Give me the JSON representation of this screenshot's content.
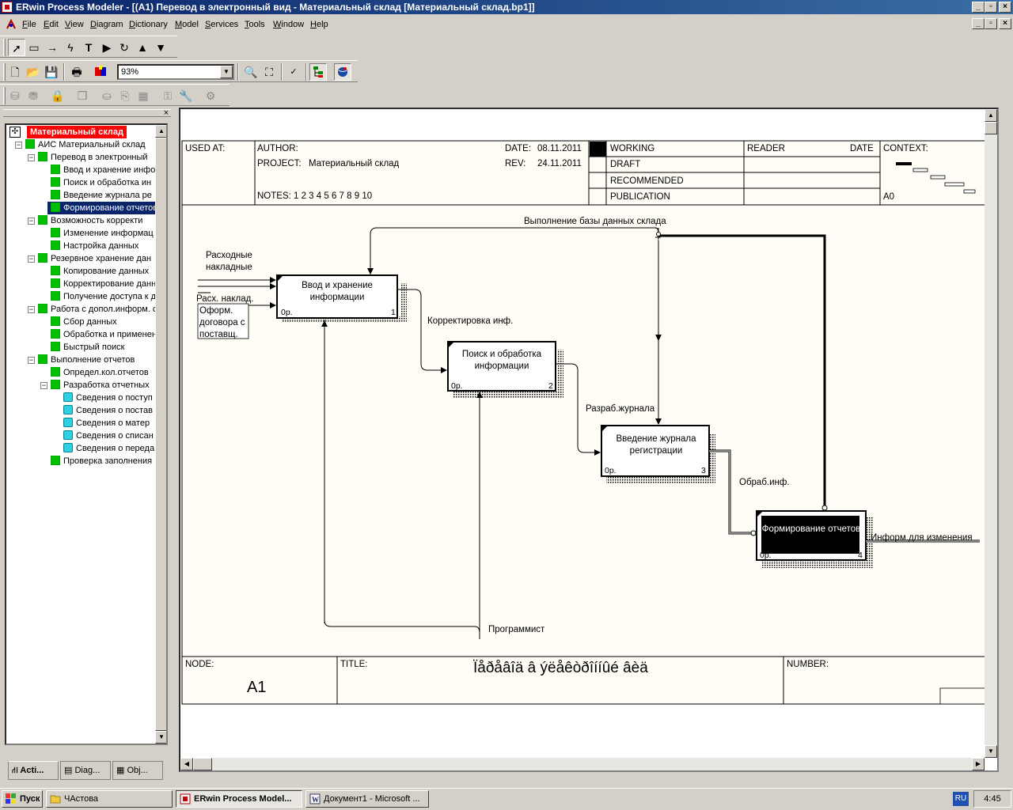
{
  "window": {
    "title": "ERwin Process Modeler - [(A1) Перевод в  электронный вид - Материальный склад  [Материальный склад.bp1]]"
  },
  "menu": [
    "File",
    "Edit",
    "View",
    "Diagram",
    "Dictionary",
    "Model",
    "Services",
    "Tools",
    "Window",
    "Help"
  ],
  "toolbar": {
    "zoom": "93%"
  },
  "tree": {
    "root": "Материальный склад",
    "items": [
      {
        "label": "АИС Материальный склад",
        "level": 1,
        "type": "box"
      },
      {
        "label": "Перевод в  электронный",
        "level": 2,
        "type": "box"
      },
      {
        "label": "Ввод и хранение  инфо",
        "level": 3,
        "type": "box"
      },
      {
        "label": "Поиск и обработка  ин",
        "level": 3,
        "type": "box"
      },
      {
        "label": "Введение журнала  ре",
        "level": 3,
        "type": "box"
      },
      {
        "label": "Формирование отчетов",
        "level": 3,
        "type": "box",
        "selected": true
      },
      {
        "label": "Возможность  корректи",
        "level": 2,
        "type": "box"
      },
      {
        "label": "Изменение информац",
        "level": 3,
        "type": "box"
      },
      {
        "label": "Настройка данных",
        "level": 3,
        "type": "box"
      },
      {
        "label": "Резервное хранение  дан",
        "level": 2,
        "type": "box"
      },
      {
        "label": "Копирование  данных",
        "level": 3,
        "type": "box"
      },
      {
        "label": "Корректирование данн",
        "level": 3,
        "type": "box"
      },
      {
        "label": "Получение доступа к д",
        "level": 3,
        "type": "box"
      },
      {
        "label": "Работа с допол.информ. с",
        "level": 2,
        "type": "box"
      },
      {
        "label": "Сбор данных",
        "level": 3,
        "type": "box"
      },
      {
        "label": "Обработка и применен",
        "level": 3,
        "type": "box"
      },
      {
        "label": "Быстрый поиск",
        "level": 3,
        "type": "box"
      },
      {
        "label": "Выполнение  отчетов",
        "level": 2,
        "type": "box"
      },
      {
        "label": "Определ.кол.отчетов",
        "level": 3,
        "type": "box"
      },
      {
        "label": "Разработка отчетных",
        "level": 3,
        "type": "box"
      },
      {
        "label": "Сведения о  поступ",
        "level": 4,
        "type": "cyan"
      },
      {
        "label": "Сведения  о постав",
        "level": 4,
        "type": "cyan"
      },
      {
        "label": "Сведения  о  матер",
        "level": 4,
        "type": "cyan"
      },
      {
        "label": "Сведения о  списан",
        "level": 4,
        "type": "cyan"
      },
      {
        "label": "Сведения о  переда",
        "level": 4,
        "type": "cyan"
      },
      {
        "label": "Проверка заполнения",
        "level": 3,
        "type": "box"
      }
    ]
  },
  "tabs": [
    "Acti...",
    "Diag...",
    "Obj..."
  ],
  "diagram": {
    "header": {
      "used_at": "USED AT:",
      "author": "AUTHOR:",
      "project_label": "PROJECT:",
      "project": "Материальный склад",
      "notes": "NOTES:  1  2  3  4  5  6  7  8  9  10",
      "date_label": "DATE:",
      "date": "08.11.2011",
      "rev_label": "REV:",
      "rev": "24.11.2011",
      "working": "WORKING",
      "draft": "DRAFT",
      "recommended": "RECOMMENDED",
      "publication": "PUBLICATION",
      "reader": "READER",
      "reader_date": "DATE",
      "context": "CONTEXT:",
      "a0": "A0"
    },
    "boxes": [
      {
        "id": "b1",
        "line1": "Ввод и хранение",
        "line2": "информации",
        "cost": "0р.",
        "num": "1"
      },
      {
        "id": "b2",
        "line1": "Поиск и обработка",
        "line2": "информации",
        "cost": "0р.",
        "num": "2"
      },
      {
        "id": "b3",
        "line1": "Введение журнала",
        "line2": "регистрации",
        "cost": "0р.",
        "num": "3"
      },
      {
        "id": "b4",
        "line1": "Формирование отчетов",
        "line2": "",
        "cost": "0р.",
        "num": "4"
      }
    ],
    "arrows": {
      "top_control": "Выполнение базы данных склада",
      "input1a": "Расходные",
      "input1b": "накладные",
      "input2": "Расх. наклад.",
      "note1": "Оформ.",
      "note2": "договора с",
      "note3": "поставщ.",
      "a12": "Корректировка инф.",
      "a23": "Разраб.журнала",
      "a34": "Обраб.инф.",
      "output": "Информ.для изменения",
      "mechanism": "Программист"
    },
    "footer": {
      "node_label": "NODE:",
      "node": "A1",
      "title_label": "TITLE:",
      "title": "Ïåðåâîä â  ýëåêòðîííûé âèä",
      "number_label": "NUMBER:"
    }
  },
  "taskbar": {
    "start": "Пуск",
    "tasks": [
      "ЧАстова",
      "ERwin Process Model...",
      "Документ1 - Microsoft ..."
    ],
    "lang": "RU",
    "clock": "4:45"
  }
}
